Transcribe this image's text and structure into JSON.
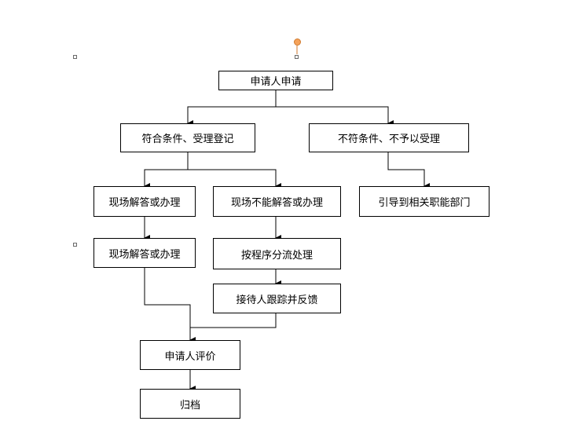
{
  "diagram": {
    "nodes": {
      "applicant_request": "申请人申请",
      "accept_register": "符合条件、受理登记",
      "reject": "不符条件、不予以受理",
      "onsite_solve_1": "现场解答或办理",
      "onsite_cannot": "现场不能解答或办理",
      "guide_dept": "引导到相关职能部门",
      "onsite_solve_2": "现场解答或办理",
      "procedure_route": "按程序分流处理",
      "followup_feedback": "接待人跟踪并反馈",
      "applicant_evaluate": "申请人评价",
      "archive": "归档"
    }
  },
  "colors": {
    "line": "#000000",
    "box_border": "#000000",
    "box_fill": "#ffffff",
    "rotation_knob": "#f5a25a",
    "handle_border": "#6a6a6a"
  }
}
